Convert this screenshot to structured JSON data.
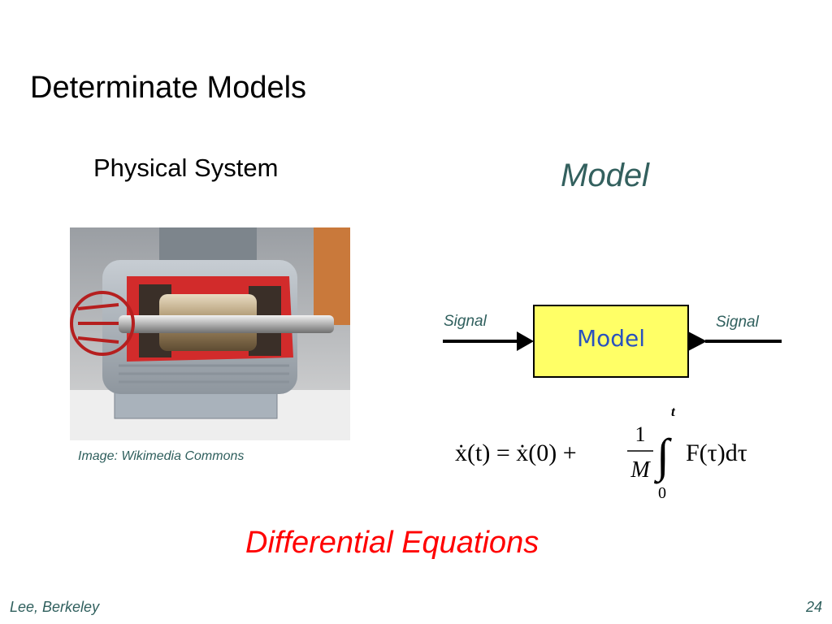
{
  "slide": {
    "title": "Determinate Models",
    "left_heading": "Physical System",
    "right_heading": "Model",
    "image_caption": "Image: Wikimedia Commons",
    "bottom_label": "Differential Equations"
  },
  "diagram": {
    "input_label": "Signal",
    "output_label": "Signal",
    "block_label": "Model",
    "block_fill": "#ffff66",
    "block_text_color": "#2a52be"
  },
  "equation": {
    "lhs": "ẋ(t) = ẋ(0) +",
    "fraction_num": "1",
    "fraction_den": "M",
    "integrand": "F(τ)dτ",
    "upper_limit": "t",
    "lower_limit": "0"
  },
  "footer": {
    "left": "Lee, Berkeley",
    "page": "24"
  },
  "colors": {
    "heading_teal": "#33605e",
    "accent_red": "#ff0000"
  },
  "icons": {
    "photo": "electric-motor-cutaway-photo"
  }
}
